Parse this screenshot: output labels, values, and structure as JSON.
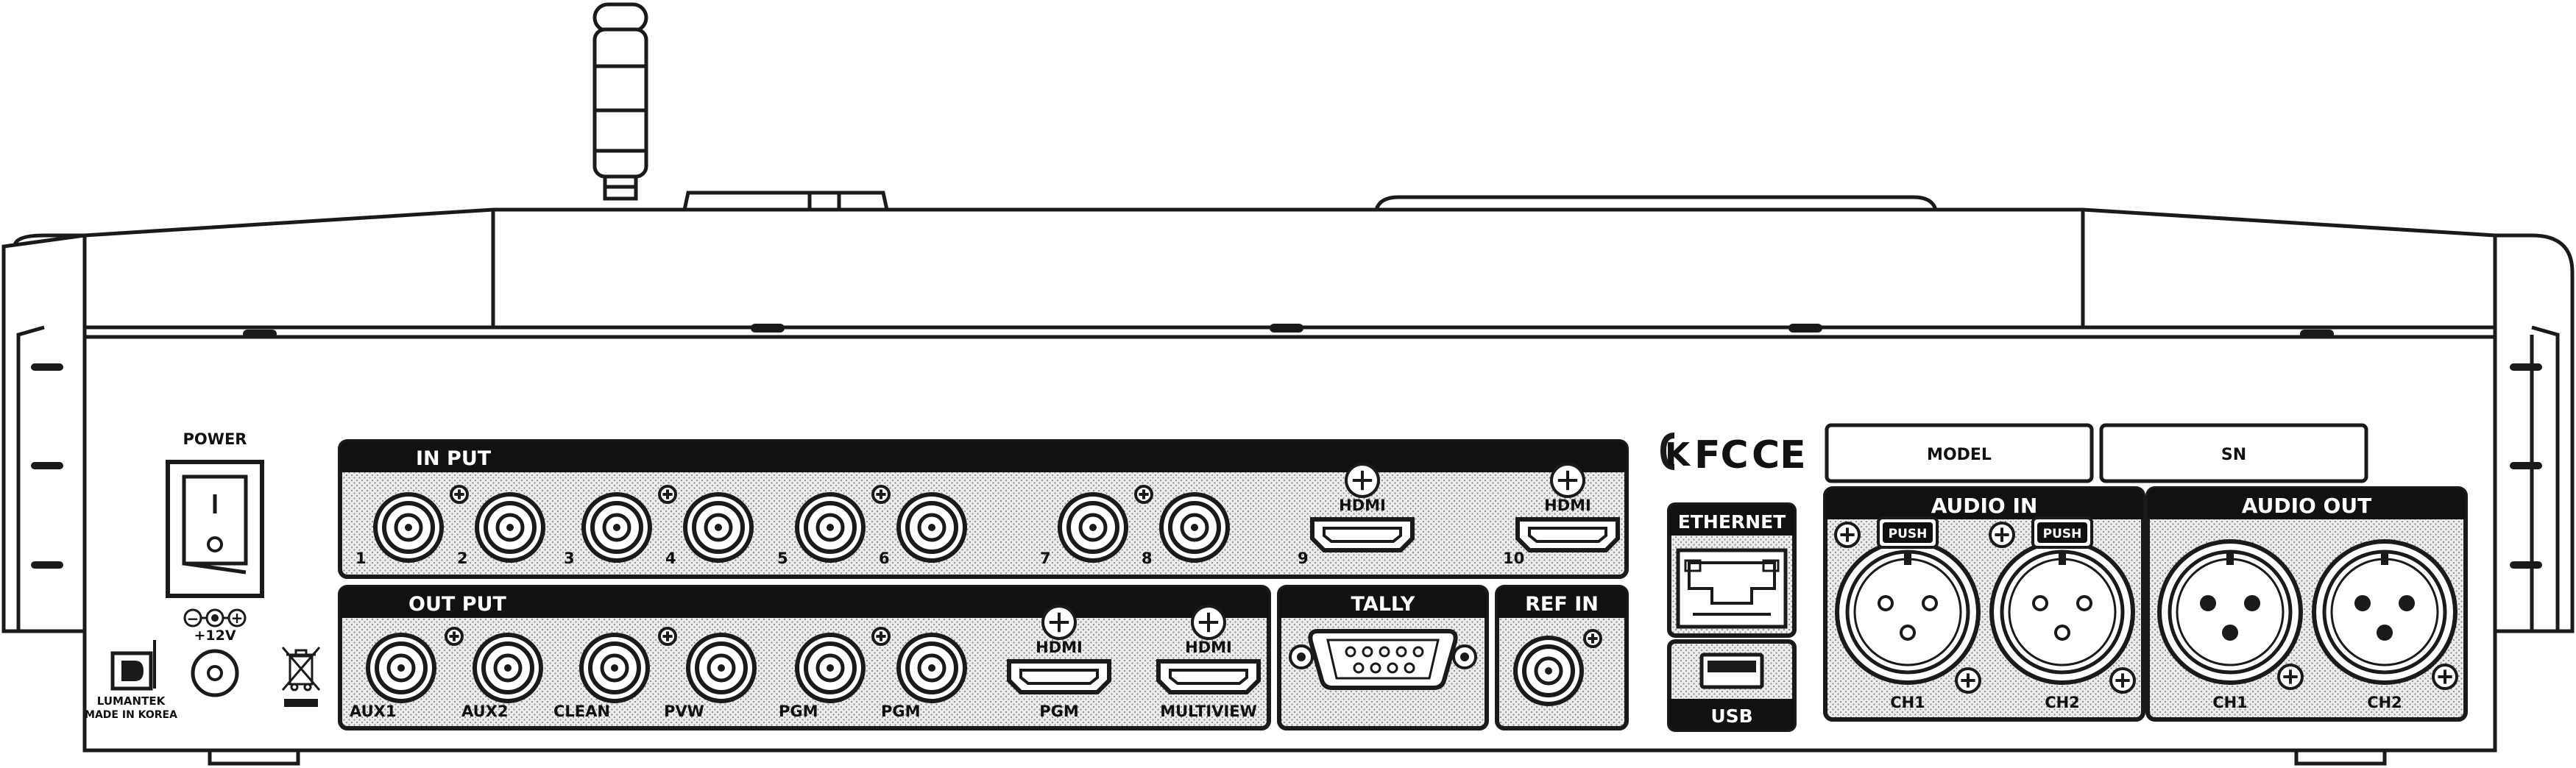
{
  "power": {
    "title": "POWER",
    "voltage": "+12V",
    "polarity_minus": "−",
    "polarity_plus": "+"
  },
  "brand": {
    "name": "LUMANTEK",
    "origin": "MADE IN KOREA"
  },
  "input": {
    "title": "IN PUT",
    "bnc_labels": [
      "1",
      "2",
      "3",
      "4",
      "5",
      "6",
      "7",
      "8"
    ],
    "hdmi_tag": "HDMI",
    "hdmi_labels": [
      "9",
      "10"
    ]
  },
  "output": {
    "title": "OUT PUT",
    "bnc_labels": [
      "AUX1",
      "AUX2",
      "CLEAN",
      "PVW",
      "PGM",
      "PGM"
    ],
    "hdmi_tag": "HDMI",
    "hdmi_labels": [
      "PGM",
      "MULTIVIEW"
    ]
  },
  "tally": {
    "title": "TALLY"
  },
  "ref_in": {
    "title": "REF IN"
  },
  "certifications": {
    "kc": "K",
    "fc": "FC",
    "ce": "CE"
  },
  "ethernet": {
    "title": "ETHERNET"
  },
  "usb": {
    "title": "USB"
  },
  "model": {
    "label": "MODEL"
  },
  "serial": {
    "label": "SN"
  },
  "audio_in": {
    "title": "AUDIO IN",
    "push": "PUSH",
    "channels": [
      "CH1",
      "CH2"
    ]
  },
  "audio_out": {
    "title": "AUDIO OUT",
    "channels": [
      "CH1",
      "CH2"
    ]
  },
  "colors": {
    "outline": "#1a1a1a",
    "panel": "#ffffff",
    "dotted_fill": "#e6e6e6",
    "header": "#111111"
  }
}
